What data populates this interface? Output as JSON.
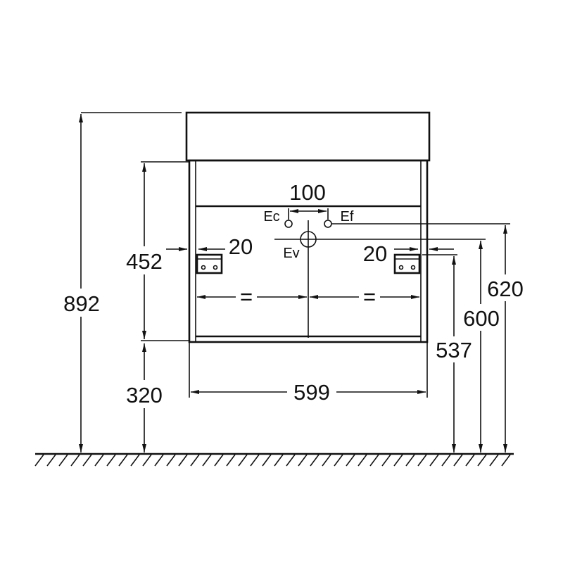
{
  "dimensions": {
    "total_height": "892",
    "cabinet_height": "452",
    "floor_clearance": "320",
    "width": "599",
    "tap_spacing": "100",
    "side_offset_left": "20",
    "side_offset_right": "20",
    "equal_left": "=",
    "equal_right": "=",
    "height_537": "537",
    "height_600": "600",
    "height_620": "620"
  },
  "labels": {
    "ec": "Ec",
    "ef": "Ef",
    "ev": "Ev"
  }
}
